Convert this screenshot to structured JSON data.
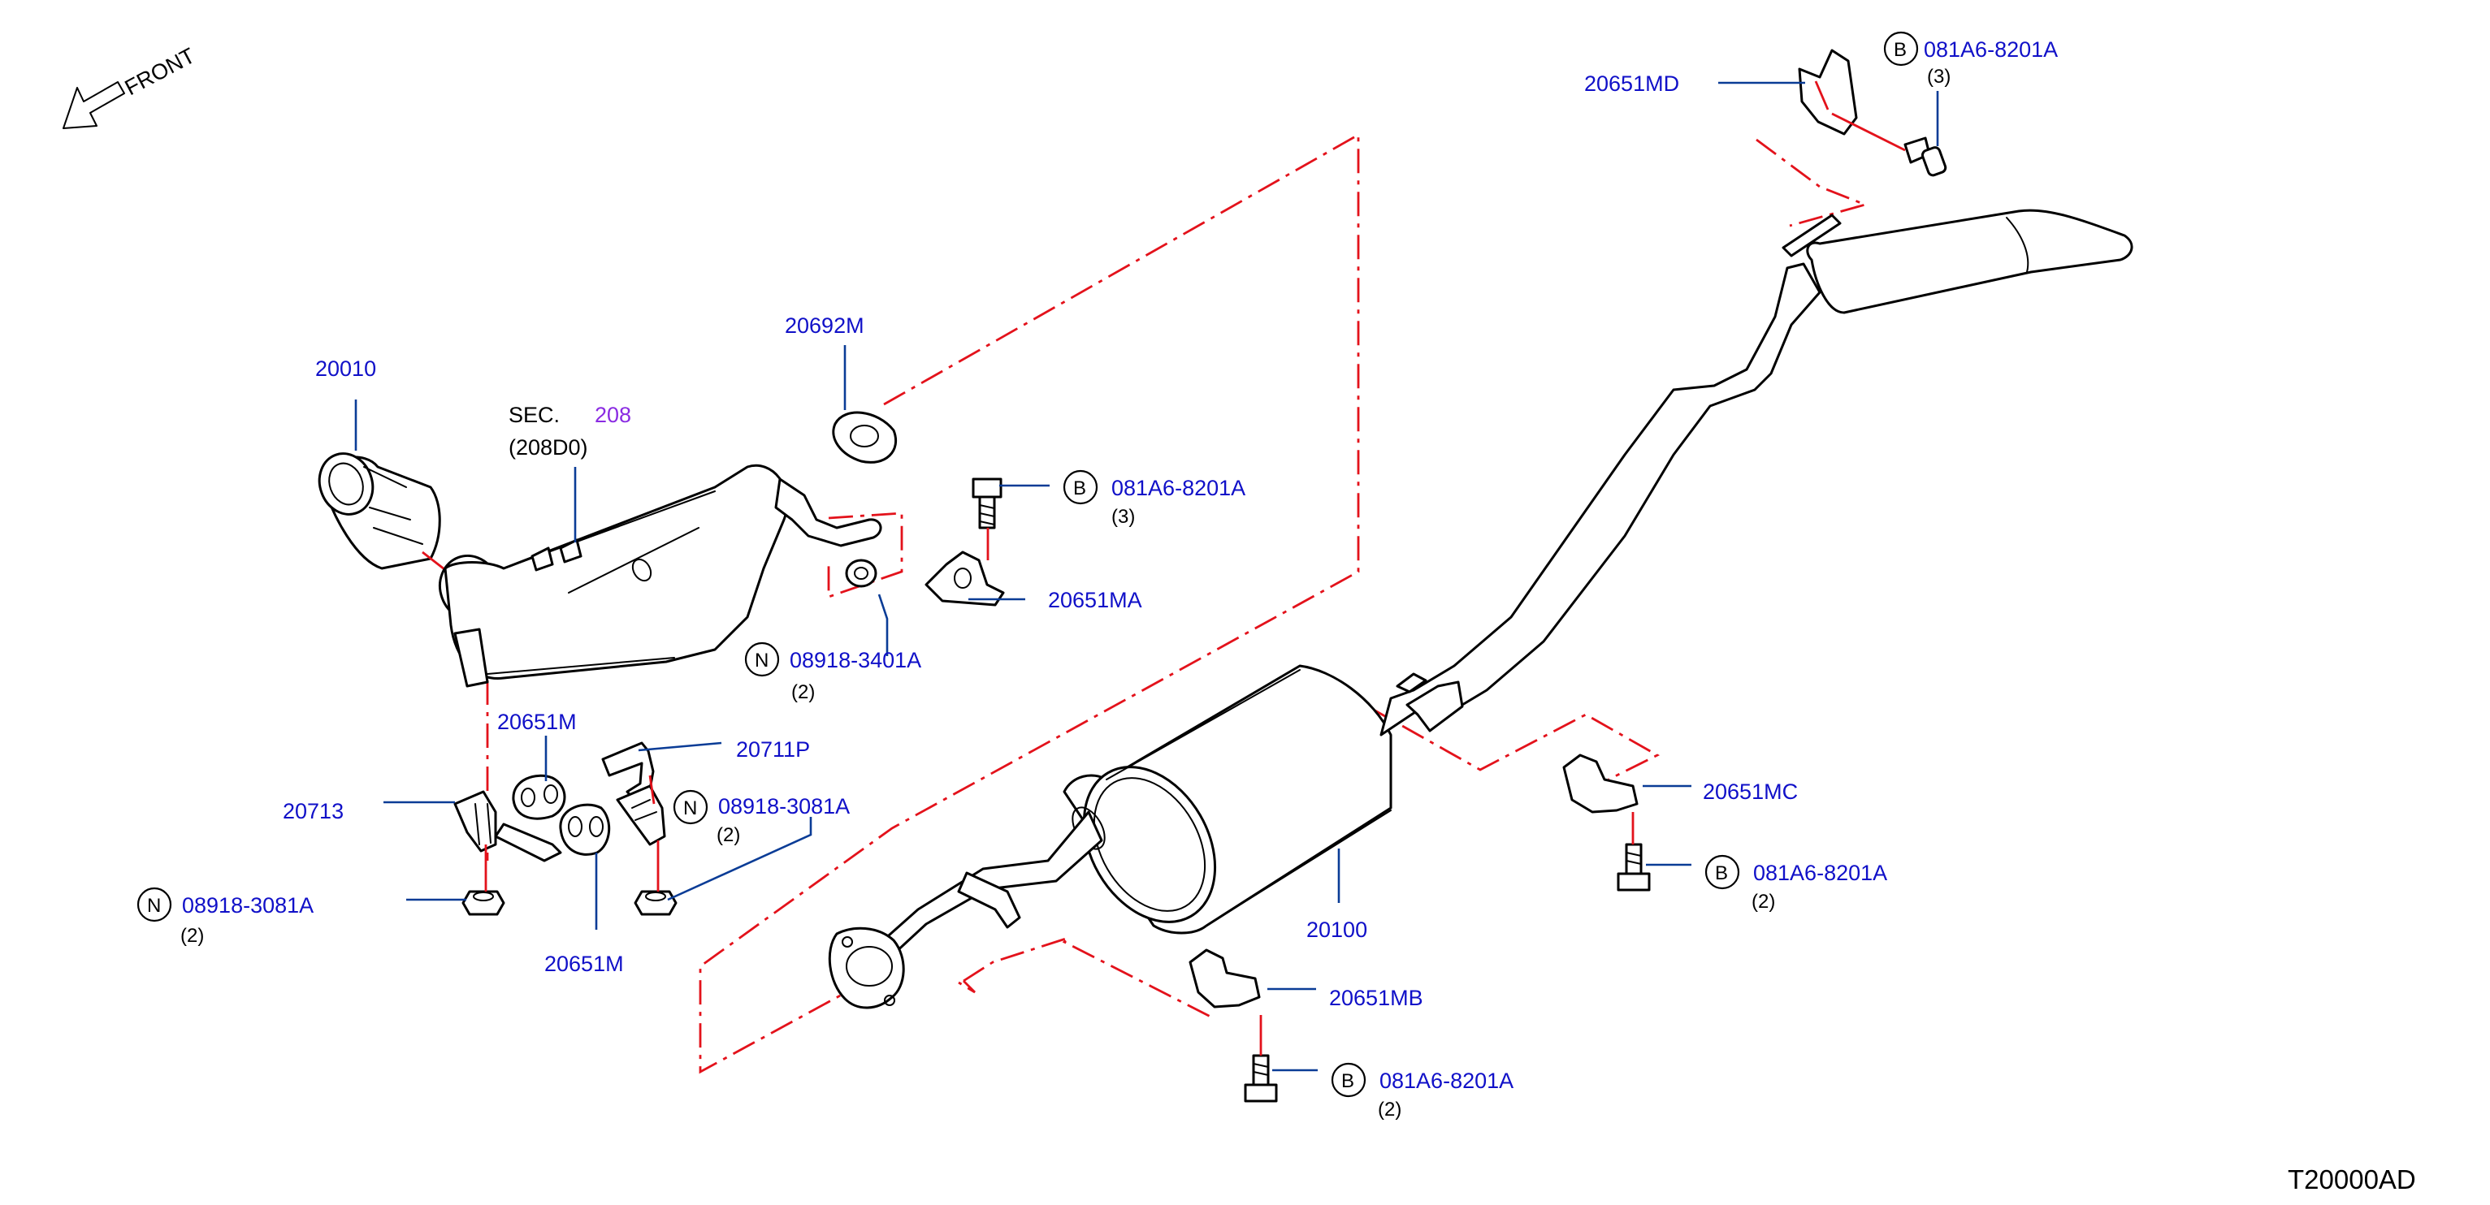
{
  "front_label": "FRONT",
  "diagram_code": "T20000AD",
  "section_ref": {
    "prefix": "SEC.",
    "number": "208",
    "sub": "(208D0)"
  },
  "symbols": {
    "B": "B",
    "N": "N"
  },
  "parts": {
    "p20010": "20010",
    "p20692M": "20692M",
    "p20651MD": "20651MD",
    "p081A6_top": "081A6-8201A",
    "q_top": "(3)",
    "p081A6_mid": "081A6-8201A",
    "q_mid": "(3)",
    "p20651MA": "20651MA",
    "p08918_3401A": "08918-3401A",
    "q_3401": "(2)",
    "p20651M_upper": "20651M",
    "p20711P": "20711P",
    "p20713": "20713",
    "p08918_3081A_right": "08918-3081A",
    "q_3081_right": "(2)",
    "p08918_3081A_left": "08918-3081A",
    "q_3081_left": "(2)",
    "p20651M_lower": "20651M",
    "p20100": "20100",
    "p20651MC": "20651MC",
    "p081A6_mc": "081A6-8201A",
    "q_mc": "(2)",
    "p20651MB": "20651MB",
    "p081A6_mb": "081A6-8201A",
    "q_mb": "(2)"
  },
  "colors": {
    "part_number": "#1010c8",
    "leader": "#0a3c96",
    "guide_line": "#e3121b",
    "section_number": "#8a2be2"
  }
}
